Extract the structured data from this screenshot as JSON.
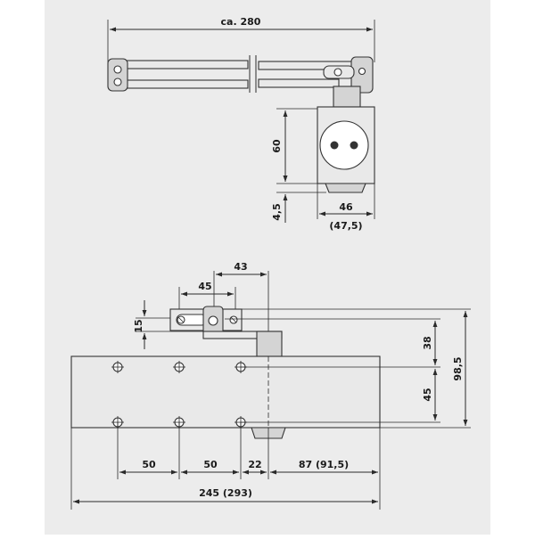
{
  "dimensions": {
    "arm_length": "ca. 280",
    "height_60": "60",
    "gap_4_5": "4,5",
    "width_46": "46",
    "width_47_5": "(47,5)",
    "offset_43": "43",
    "offset_45_top": "45",
    "arm_15": "15",
    "height_38": "38",
    "height_45": "45",
    "total_98_5": "98,5",
    "hole_50_a": "50",
    "hole_50_b": "50",
    "hole_22": "22",
    "right_87": "87 (91,5)",
    "total_245": "245  (293)"
  },
  "colors": {
    "background": "#ececec",
    "line": "#2a2a2a",
    "part_fill": "#e9e9e9"
  }
}
